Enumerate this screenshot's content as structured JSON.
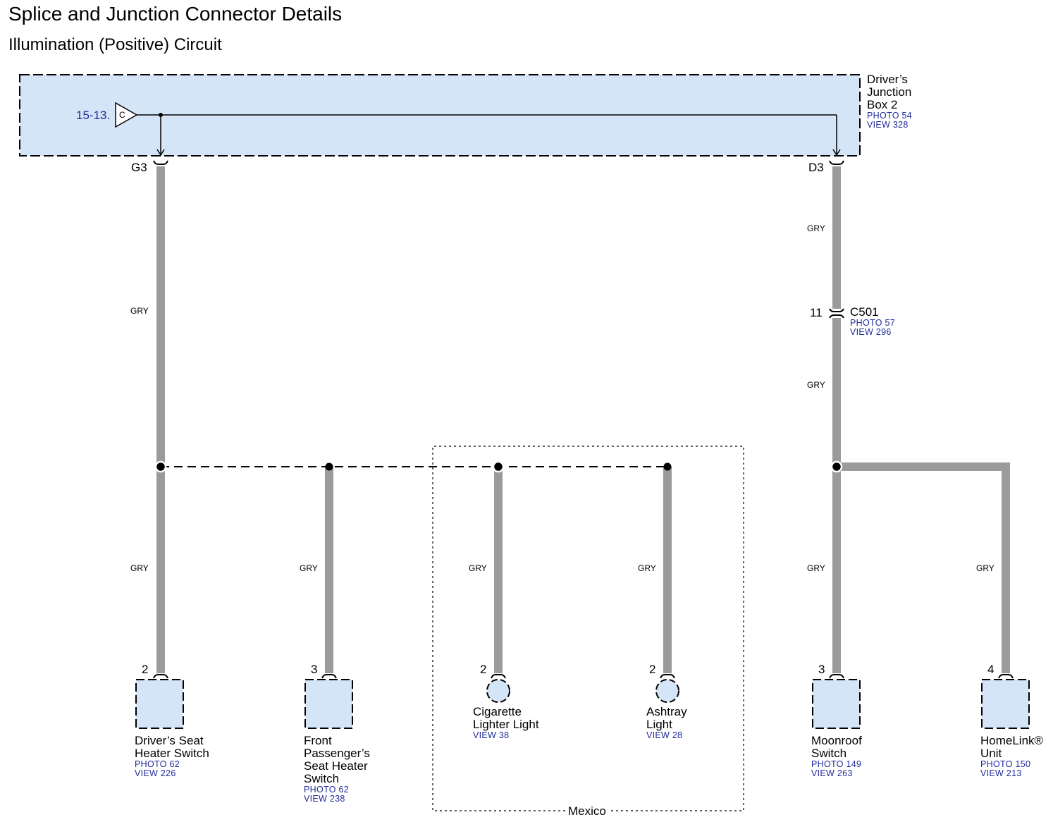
{
  "header": {
    "title": "Splice and Junction Connector Details",
    "subtitle": "Illumination (Positive) Circuit"
  },
  "junction_box": {
    "name_lines": [
      "Driver’s",
      "Junction",
      "Box 2"
    ],
    "photo": "PHOTO 54",
    "view": "VIEW 328",
    "input_ref": "15-13.",
    "input_symbol": "C",
    "terminal_left": "G3",
    "terminal_right": "D3"
  },
  "connector_c501": {
    "name": "C501",
    "pin": "11",
    "photo": "PHOTO 57",
    "view": "VIEW 296"
  },
  "wire_color": "GRY",
  "option_group": {
    "label": "Mexico"
  },
  "components": [
    {
      "id": "drivers-seat-heater-switch",
      "pin": "2",
      "name_lines": [
        "Driver’s Seat",
        "Heater Switch"
      ],
      "photo": "PHOTO 62",
      "view": "VIEW 226"
    },
    {
      "id": "front-passengers-seat-heater-switch",
      "pin": "3",
      "name_lines": [
        "Front",
        "Passenger’s",
        "Seat Heater",
        "Switch"
      ],
      "photo": "PHOTO 62",
      "view": "VIEW 238"
    },
    {
      "id": "cigarette-lighter-light",
      "pin": "2",
      "name_lines": [
        "Cigarette",
        "Lighter Light"
      ],
      "view": "VIEW 38"
    },
    {
      "id": "ashtray-light",
      "pin": "2",
      "name_lines": [
        "Ashtray",
        "Light"
      ],
      "view": "VIEW 28"
    },
    {
      "id": "moonroof-switch",
      "pin": "3",
      "name_lines": [
        "Moonroof",
        "Switch"
      ],
      "photo": "PHOTO 149",
      "view": "VIEW 263"
    },
    {
      "id": "homelink-unit",
      "pin": "4",
      "name_lines": [
        "HomeLink®",
        "Unit"
      ],
      "photo": "PHOTO 150",
      "view": "VIEW 213"
    }
  ],
  "colors": {
    "box_fill": "#d5e5f8",
    "wire": "#9b9b9b",
    "reference_text": "#1f2a9a"
  }
}
